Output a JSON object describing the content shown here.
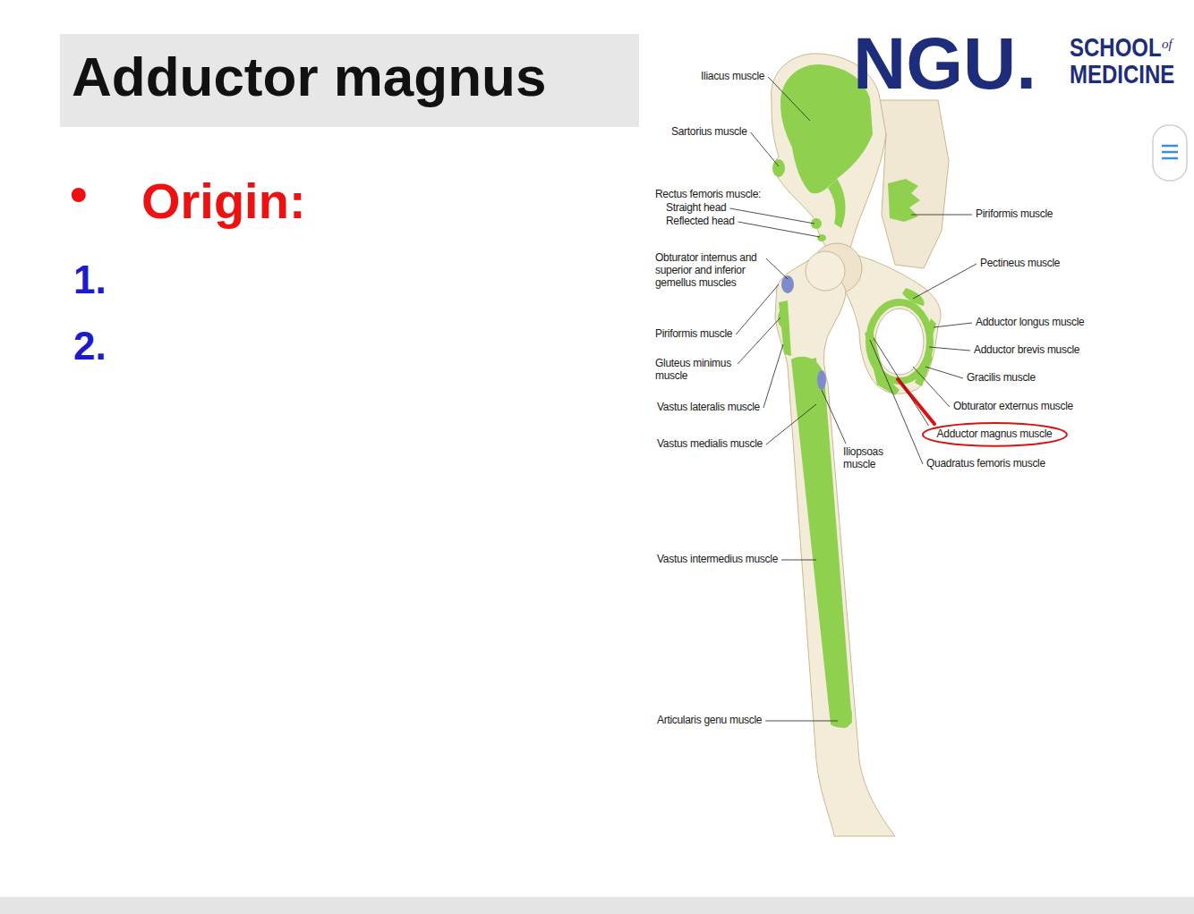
{
  "diagram": {
    "title": "Adductor magnus",
    "nodes": [
      {
        "text": [
          "Adductor magnus muscle"
        ]
      }
    ],
    "labels": [
      "•",
      "Origin:",
      "1.",
      "2.",
      "NGU.",
      "SCHOOL",
      "of",
      "MEDICINE",
      "Iliacus muscle",
      "Sartorius muscle",
      "Rectus femoris muscle:",
      "Straight head",
      "Reflected head",
      "Obturator internus and superior and inferior gemellus muscles",
      "Piriformis muscle",
      "Gluteus minimus muscle",
      "Vastus lateralis muscle",
      "Vastus medialis muscle",
      "Iliopsoas muscle",
      "Vastus intermedius muscle",
      "Articularis genu muscle",
      "Piriformis muscle",
      "Pectineus muscle",
      "Adductor longus muscle",
      "Adductor brevis muscle",
      "Gracilis muscle",
      "Obturator externus muscle",
      "Quadratus femoris muscle"
    ]
  }
}
